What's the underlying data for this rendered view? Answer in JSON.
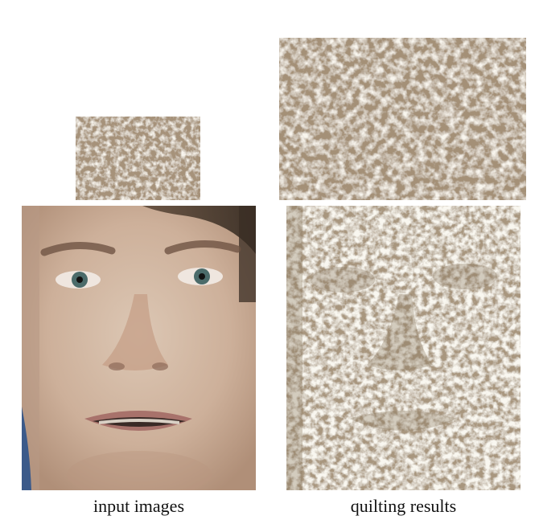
{
  "figure": {
    "captions": {
      "left": "input images",
      "right": "quilting results"
    },
    "colors": {
      "background": "#ffffff",
      "rice_light": "#efe9dc",
      "rice_mid": "#d9cfba",
      "rice_shadow": "#a8957a",
      "skin_light": "#d8c2ae",
      "skin_mid": "#c4a58f",
      "hair_dark": "#3b3026",
      "shirt_blue": "#3b5a8a"
    },
    "panels": [
      {
        "name": "input-texture",
        "content": "rice texture sample"
      },
      {
        "name": "quilt-texture",
        "content": "synthesized rice texture"
      },
      {
        "name": "input-face",
        "content": "face photograph"
      },
      {
        "name": "quilt-face",
        "content": "face rendered with rice texture"
      }
    ]
  }
}
